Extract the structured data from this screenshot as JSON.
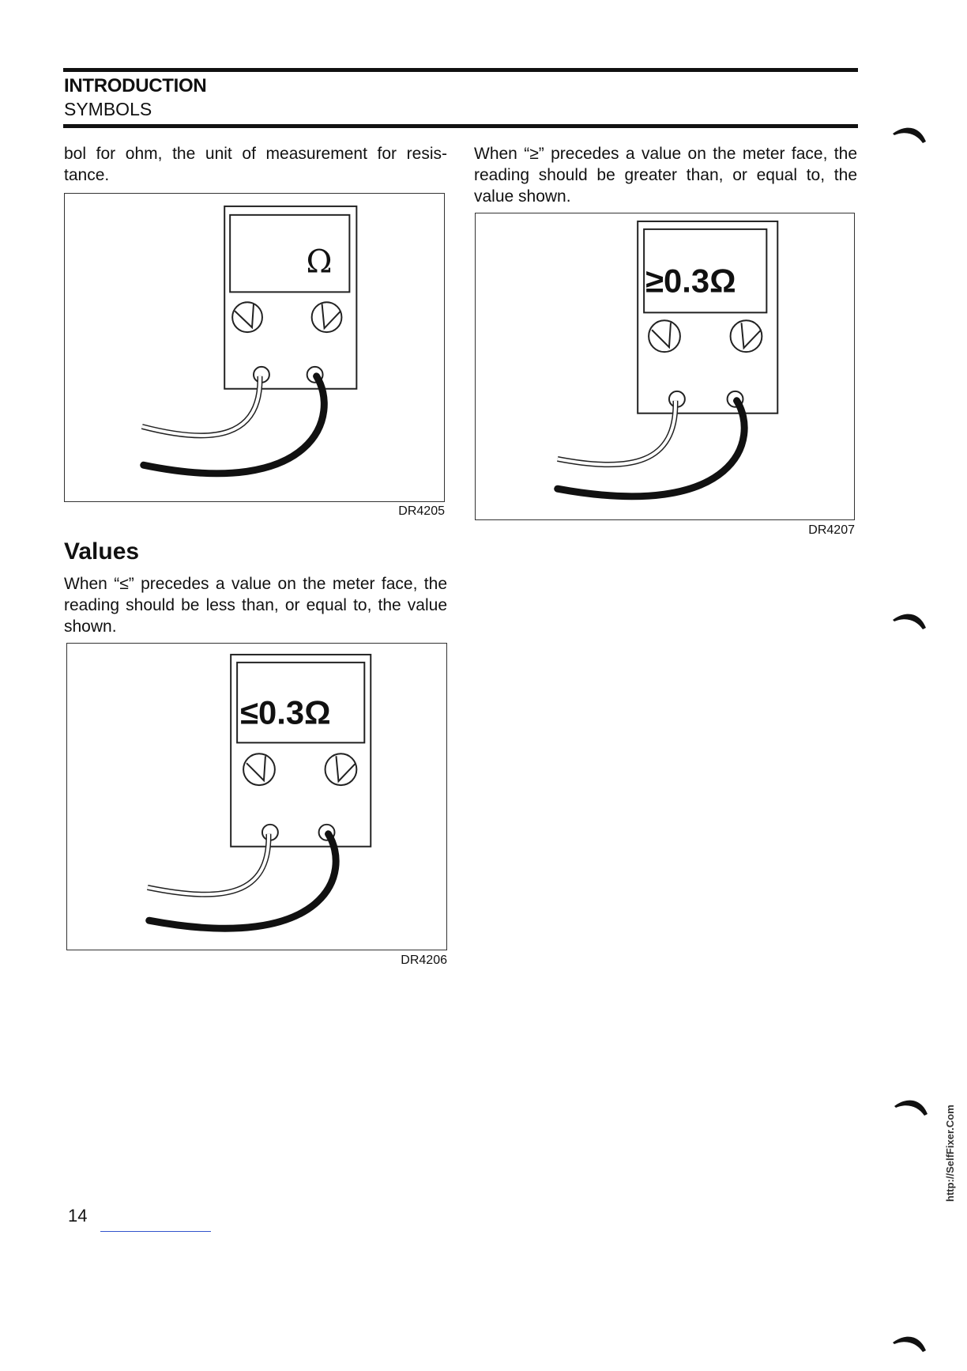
{
  "header": {
    "section": "INTRODUCTION",
    "subsection": "SYMBOLS"
  },
  "left_column": {
    "intro_text": "bol for ohm, the unit of measurement for resis- tance.",
    "figure1": {
      "display": "Ω",
      "code": "DR4205"
    },
    "values_title": "Values",
    "values_text": "When “≤” precedes a value on the meter face, the reading should be less than, or equal to, the value shown.",
    "figure2": {
      "display": "≤0.3Ω",
      "code": "DR4206"
    }
  },
  "right_column": {
    "text": "When “≥” precedes a value on the meter face, the reading should be greater than, or equal to, the value shown.",
    "figure3": {
      "display": "≥0.3Ω",
      "code": "DR4207"
    }
  },
  "footer": {
    "page_number": "14",
    "watermark": "http://SelfFixer.Com"
  }
}
